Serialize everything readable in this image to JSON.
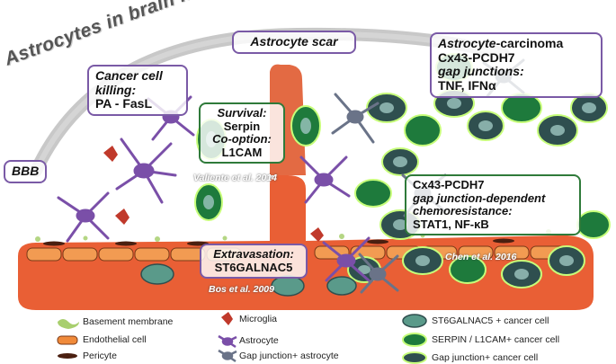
{
  "title": "Astrocytes in brain metastasis",
  "labels": {
    "astrocyte_scar": "Astrocyte scar",
    "bbb": "BBB",
    "killing_line1": "Cancer cell",
    "killing_line2": "killing:",
    "killing_line3": "PA - FasL",
    "survival_line1": "Survival:",
    "survival_line2": "Serpin",
    "cooption_line1": "Co-option:",
    "cooption_line2": "L1CAM",
    "extravasation_line1": "Extravasation:",
    "extravasation_line2": "ST6GALNAC5",
    "carcinoma_line1a": "Astrocyte",
    "carcinoma_line1b": "-carcinoma",
    "carcinoma_line2": "Cx43-PCDH7",
    "carcinoma_line3": "gap junctions:",
    "carcinoma_line4": "TNF, IFNα",
    "chemo_line1": "Cx43-PCDH7",
    "chemo_line2": "gap junction-dependent",
    "chemo_line3": "chemoresistance:",
    "chemo_line4": "STAT1, NF-κB"
  },
  "citations": {
    "valiente": "Valiente et al. 2014",
    "bos": "Bos et al. 2009",
    "chen": "Chen et al. 2016"
  },
  "legend": {
    "basement_membrane": "Basement membrane",
    "endothelial_cell": "Endothelial cell",
    "pericyte": "Pericyte",
    "microglia": "Microglia",
    "astrocyte": "Astrocyte",
    "gap_astrocyte": "Gap junction+ astrocyte",
    "st6_cell": "ST6GALNAC5 + cancer cell",
    "serpin_cell": "SERPIN / L1CAM+ cancer cell",
    "gap_cell": "Gap junction+ cancer cell"
  },
  "colors": {
    "vessel": "#e8562a",
    "endothelial": "#f08a3a",
    "astrocyte": "#7a4fa8",
    "gap_astrocyte": "#6a7388",
    "microglia": "#c0392b",
    "serpin_cell": "#1e7a3c",
    "gap_cell": "#2f4f4f",
    "st6_cell": "#5a9a8a",
    "label_purple": "#7a5aa6",
    "label_green": "#2f7a3a"
  }
}
